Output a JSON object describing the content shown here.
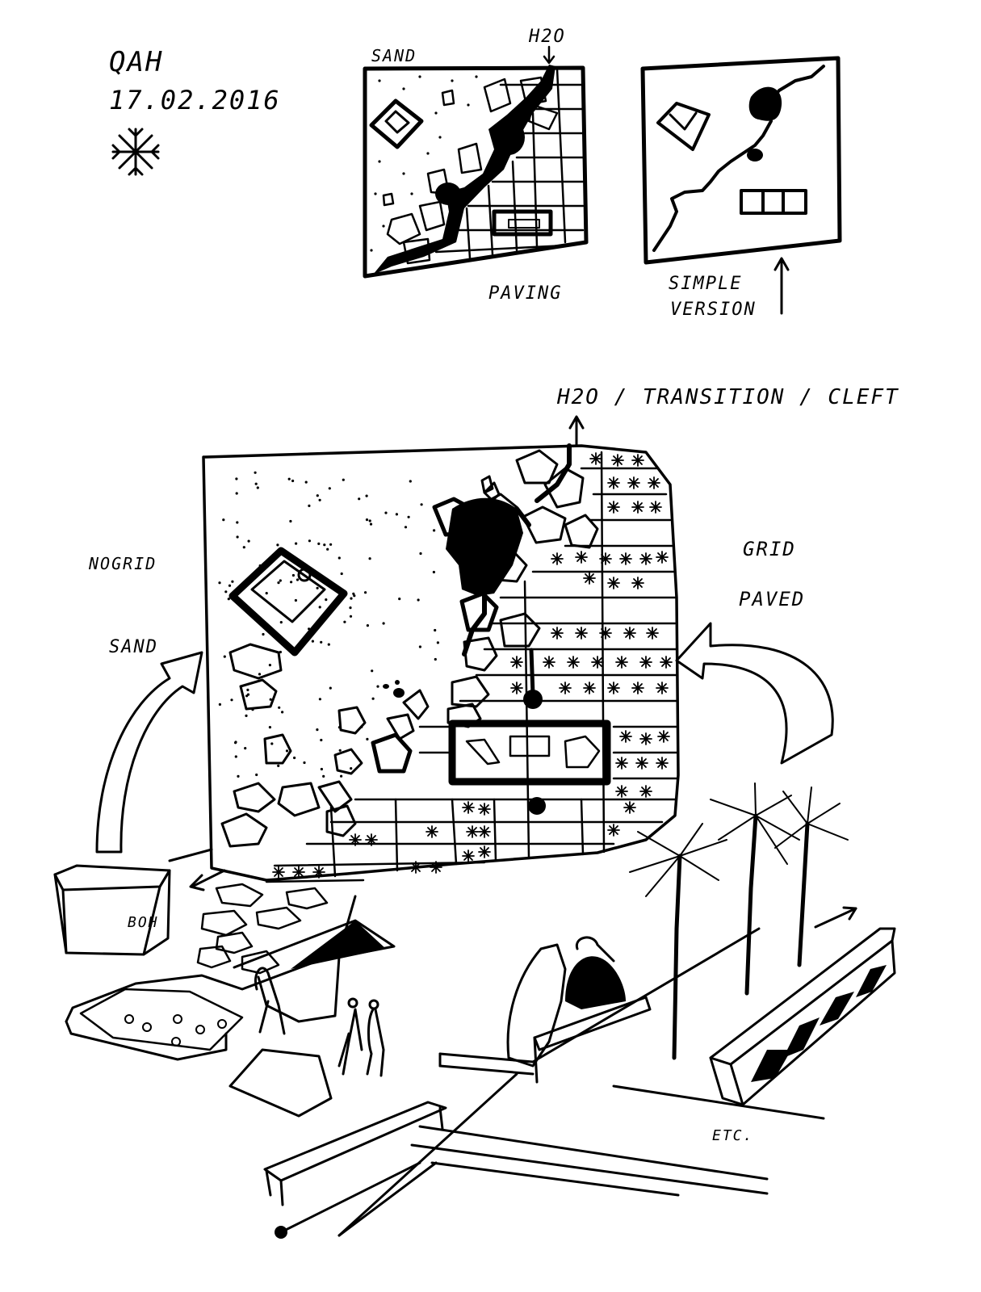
{
  "header": {
    "project": "QAH",
    "date": "17.02.2016",
    "symbol": "snowflake-icon"
  },
  "thumb_paving": {
    "label_top_left": "SAND",
    "label_top_right": "H2O",
    "label_bottom": "PAVING"
  },
  "thumb_simple": {
    "label": [
      "SIMPLE",
      "VERSION"
    ]
  },
  "main_plan": {
    "title": "H2O / TRANSITION / CLEFT",
    "left_labels": [
      "NOGRID",
      "SAND"
    ],
    "right_labels": [
      "GRID",
      "PAVED"
    ],
    "boh_label": "BOH",
    "etc_label": "ETC."
  },
  "colors": {
    "ink": "#000000",
    "paper": "#ffffff"
  }
}
